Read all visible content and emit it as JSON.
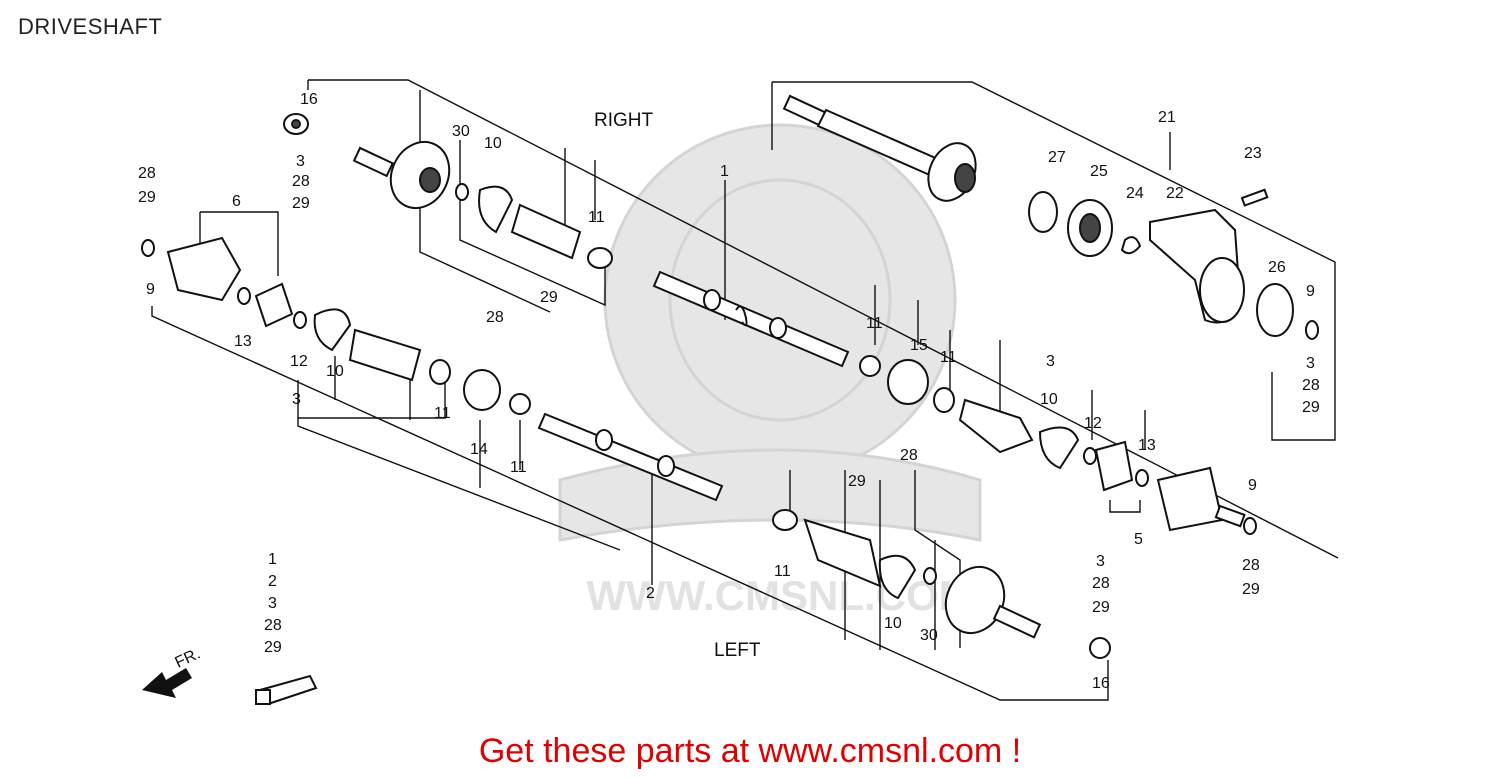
{
  "title": "DRIVESHAFT",
  "labels": {
    "right": "RIGHT",
    "left": "LEFT",
    "fr": "FR."
  },
  "callouts": [
    "16",
    "3",
    "28",
    "29",
    "30",
    "10",
    "11",
    "29",
    "28",
    "1",
    "21",
    "27",
    "25",
    "24",
    "22",
    "23",
    "26",
    "9",
    "3",
    "28",
    "29",
    "28",
    "29",
    "6",
    "9",
    "13",
    "12",
    "10",
    "3",
    "11",
    "14",
    "11",
    "2",
    "11",
    "15",
    "11",
    "3",
    "10",
    "12",
    "13",
    "9",
    "5",
    "28",
    "29",
    "28",
    "29",
    "11",
    "10",
    "30",
    "3",
    "28",
    "29",
    "16",
    "1",
    "2",
    "3",
    "28",
    "29"
  ],
  "watermark": "WWW.CMSNL.COM",
  "footer": "Get these parts at www.cmsnl.com !",
  "colors": {
    "footer": "#e00000",
    "ink": "#111111",
    "watermark": "#e6e6e6"
  }
}
